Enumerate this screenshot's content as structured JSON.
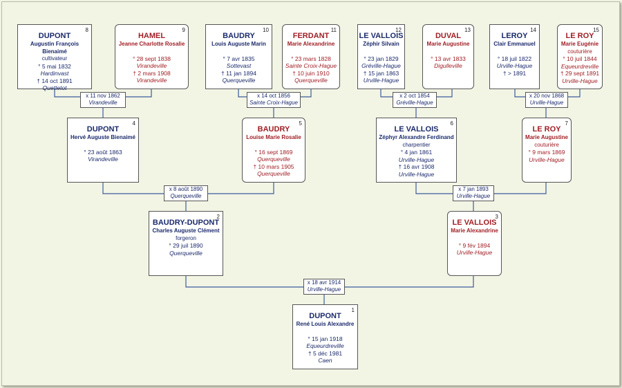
{
  "persons": {
    "p1": {
      "num": "1",
      "surname": "DUPONT",
      "given": "René Louis Alexandre",
      "occupation": "",
      "birth": "° 15 jan 1918",
      "birth_place": "Equeurdreville",
      "death": "† 5 déc 1981",
      "death_place": "Caen"
    },
    "p2": {
      "num": "2",
      "surname": "BAUDRY-DUPONT",
      "given": "Charles Auguste Clément",
      "occupation": "forgeron",
      "birth": "° 29 juil 1890",
      "birth_place": "Querqueville",
      "death": "",
      "death_place": ""
    },
    "p3": {
      "num": "3",
      "surname": "LE VALLOIS",
      "given": "Marie Alexandrine",
      "occupation": "",
      "birth": "° 9 fév 1894",
      "birth_place": "Urville-Hague",
      "death": "",
      "death_place": ""
    },
    "p4": {
      "num": "4",
      "surname": "DUPONT",
      "given": "Hervé Auguste Bienaimé",
      "occupation": "",
      "birth": "° 23 août 1863",
      "birth_place": "Virandeville",
      "death": "",
      "death_place": ""
    },
    "p5": {
      "num": "5",
      "surname": "BAUDRY",
      "given": "Louise Marie Rosalie",
      "occupation": "",
      "birth": "° 16 sept 1869",
      "birth_place": "Querqueville",
      "death": "† 10 mars 1905",
      "death_place": "Querqueville"
    },
    "p6": {
      "num": "6",
      "surname": "LE VALLOIS",
      "given": "Zéphyr Alexandre Ferdinand",
      "occupation": "charpentier",
      "birth": "° 4 jan 1861",
      "birth_place": "Urville-Hague",
      "death": "† 16 avr 1908",
      "death_place": "Urville-Hague"
    },
    "p7": {
      "num": "7",
      "surname": "LE ROY",
      "given": "Marie Augustine",
      "occupation": "couturière",
      "birth": "° 9 mars 1869",
      "birth_place": "Urville-Hague",
      "death": "",
      "death_place": ""
    },
    "p8": {
      "num": "8",
      "surname": "DUPONT",
      "given": "Augustin François Bienaimé",
      "occupation": "cultivateur",
      "birth": "° 5 mai 1832",
      "birth_place": "Hardinvast",
      "death": "† 14 oct 1891",
      "death_place": "Quettetot"
    },
    "p9": {
      "num": "9",
      "surname": "HAMEL",
      "given": "Jeanne Charlotte Rosalie",
      "occupation": "",
      "birth": "° 28 sept 1838",
      "birth_place": "Virandeville",
      "death": "† 2 mars 1908",
      "death_place": "Virandeville"
    },
    "p10": {
      "num": "10",
      "surname": "BAUDRY",
      "given": "Louis Auguste Marin",
      "occupation": "",
      "birth": "° 7 avr 1835",
      "birth_place": "Sottevast",
      "death": "† 11 jan 1894",
      "death_place": "Querqueville"
    },
    "p11": {
      "num": "11",
      "surname": "FERDANT",
      "given": "Marie Alexandrine",
      "occupation": "",
      "birth": "° 23 mars 1828",
      "birth_place": "Sainte Croix-Hague",
      "death": "† 10 juin 1910",
      "death_place": "Querqueville"
    },
    "p12": {
      "num": "12",
      "surname": "LE VALLOIS",
      "given": "Zéphir Silvain",
      "occupation": "",
      "birth": "° 23 jan 1829",
      "birth_place": "Gréville-Hague",
      "death": "† 15 jan 1863",
      "death_place": "Urville-Hague"
    },
    "p13": {
      "num": "13",
      "surname": "DUVAL",
      "given": "Marie Augustine",
      "occupation": "",
      "birth": "° 13 avr 1833",
      "birth_place": "Digulleville",
      "death": "",
      "death_place": ""
    },
    "p14": {
      "num": "14",
      "surname": "LEROY",
      "given": "Clair Emmanuel",
      "occupation": "",
      "birth": "° 18 juil 1822",
      "birth_place": "Urville-Hague",
      "death": "† > 1891",
      "death_place": ""
    },
    "p15": {
      "num": "15",
      "surname": "LE ROY",
      "given": "Marie Eugénie",
      "occupation": "couturière",
      "birth": "° 10 juil 1844",
      "birth_place": "Equeurdreville",
      "death": "† 29 sept 1891",
      "death_place": "Urville-Hague"
    }
  },
  "marriages": {
    "m89": {
      "date": "x 11 nov 1862",
      "place": "Virandeville"
    },
    "m1011": {
      "date": "x 14 oct 1856",
      "place": "Sainte Croix-Hague"
    },
    "m1213": {
      "date": "x 2 oct 1854",
      "place": "Gréville-Hague"
    },
    "m1415": {
      "date": "x 20 nov 1868",
      "place": "Urville-Hague"
    },
    "m45": {
      "date": "x 8 août 1890",
      "place": "Querqueville"
    },
    "m67": {
      "date": "x 7 jan 1893",
      "place": "Urville-Hague"
    },
    "m23": {
      "date": "x 18 avr 1914",
      "place": "Urville-Hague"
    }
  },
  "colors": {
    "male": "#1b2a6b",
    "female": "#a01e24",
    "connector": "#3d5a9c",
    "background": "#f2f5e4"
  }
}
